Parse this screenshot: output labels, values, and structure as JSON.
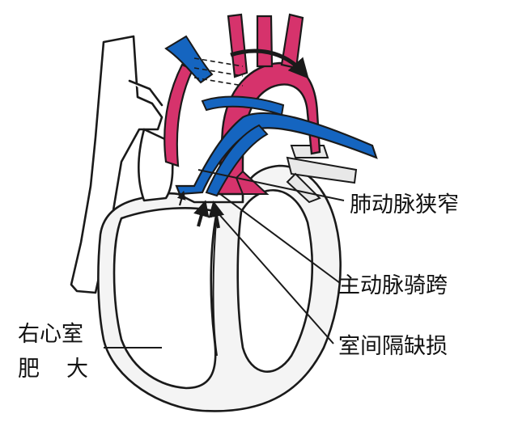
{
  "labels": {
    "pulmonary_stenosis": "肺动脉狭窄",
    "aortic_overriding": "主动脉骑跨",
    "vsd": "室间隔缺损",
    "rvh_line1": "右心室",
    "rvh_line2_a": "肥",
    "rvh_line2_b": "大"
  },
  "colors": {
    "arterial": "#d6336c",
    "venous": "#1565c0",
    "outline": "#1a1a1a"
  }
}
